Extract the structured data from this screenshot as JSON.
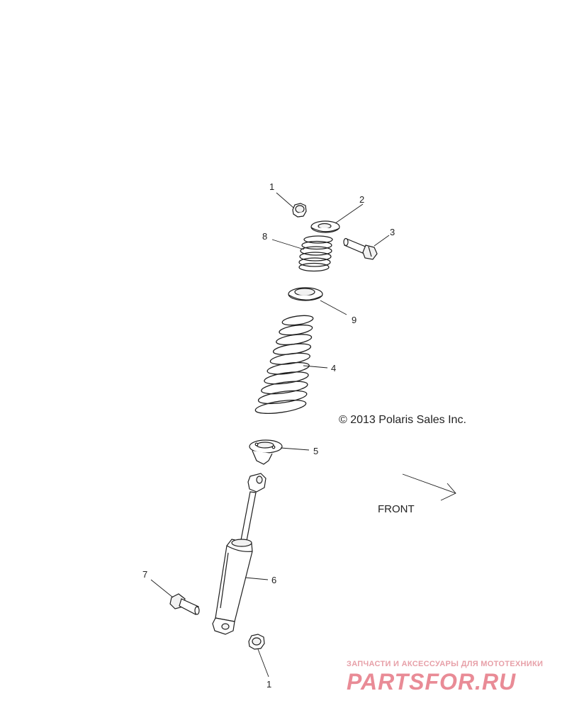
{
  "callouts": {
    "c1_top": "1",
    "c2": "2",
    "c3": "3",
    "c8": "8",
    "c9": "9",
    "c4": "4",
    "c5": "5",
    "c6": "6",
    "c7": "7",
    "c1_bottom": "1"
  },
  "copyright": "© 2013 Polaris Sales Inc.",
  "front_label": "FRONT",
  "watermark": {
    "tagline": "ЗАПЧАСТИ И АКСЕССУАРЫ ДЛЯ МОТОТЕХНИКИ",
    "logo": "PARTSFOR.RU"
  }
}
